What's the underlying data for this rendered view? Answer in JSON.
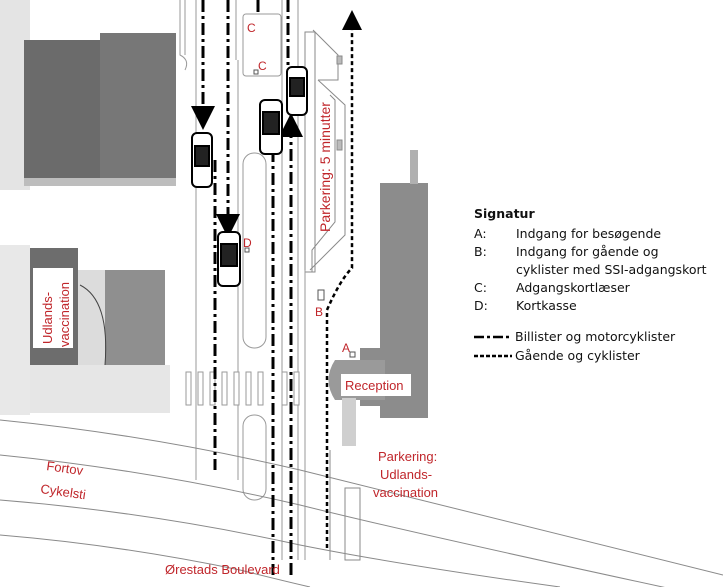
{
  "map_labels": {
    "c_top": "C",
    "c_second": "C",
    "d": "D",
    "b": "B",
    "a": "A",
    "parking_5min": "Parkering: 5 minutter",
    "udlands_line1": "Udlands-",
    "udlands_line2": "vaccination",
    "reception": "Reception",
    "parking_udlands_line1": "Parkering:",
    "parking_udlands_line2": "Udlands-",
    "parking_udlands_line3": "vaccination",
    "fortov": "Fortov",
    "cykelsti": "Cykelsti",
    "street": "Ørestads Boulevard"
  },
  "legend": {
    "title": "Signatur",
    "items": [
      {
        "key": "A:",
        "text": "Indgang for besøgende"
      },
      {
        "key": "B:",
        "text": "Indgang for gående og cyklister med SSI-adgangskort"
      },
      {
        "key": "C:",
        "text": "Adgangskortlæser"
      },
      {
        "key": "D:",
        "text": "Kortkasse"
      }
    ],
    "line_items": [
      {
        "style": "dash-dot",
        "text": "Billister og motorcyklister"
      },
      {
        "style": "dashed",
        "text": "Gående og cyklister"
      }
    ]
  },
  "colors": {
    "label_red": "#c0262b",
    "building_dark": "#6b6b6b",
    "building_mid": "#8c8c8c",
    "road_line": "#9a9a9a"
  }
}
